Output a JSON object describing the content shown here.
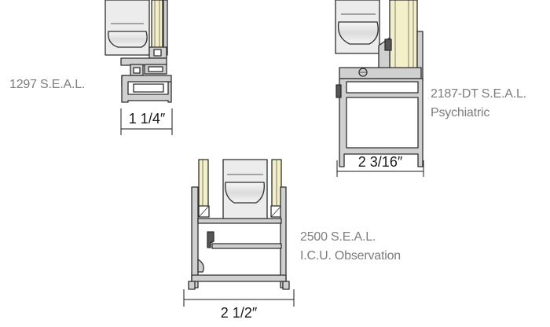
{
  "figure": {
    "products": [
      {
        "name": "1297 S.E.A.L.",
        "subtitle": "",
        "dimension": "1 1/4″"
      },
      {
        "name": "2187-DT S.E.A.L.",
        "subtitle": "Psychiatric",
        "dimension": "2 3/16″"
      },
      {
        "name": "2500 S.E.A.L.",
        "subtitle": "I.C.U. Observation",
        "dimension": "2 1/2″"
      }
    ],
    "colors": {
      "aluminum": "#d0d0d0",
      "outline": "#2e2e2e",
      "glass": "#f3efc8",
      "gasket": "#555555",
      "label": "#7d7d7d"
    }
  }
}
